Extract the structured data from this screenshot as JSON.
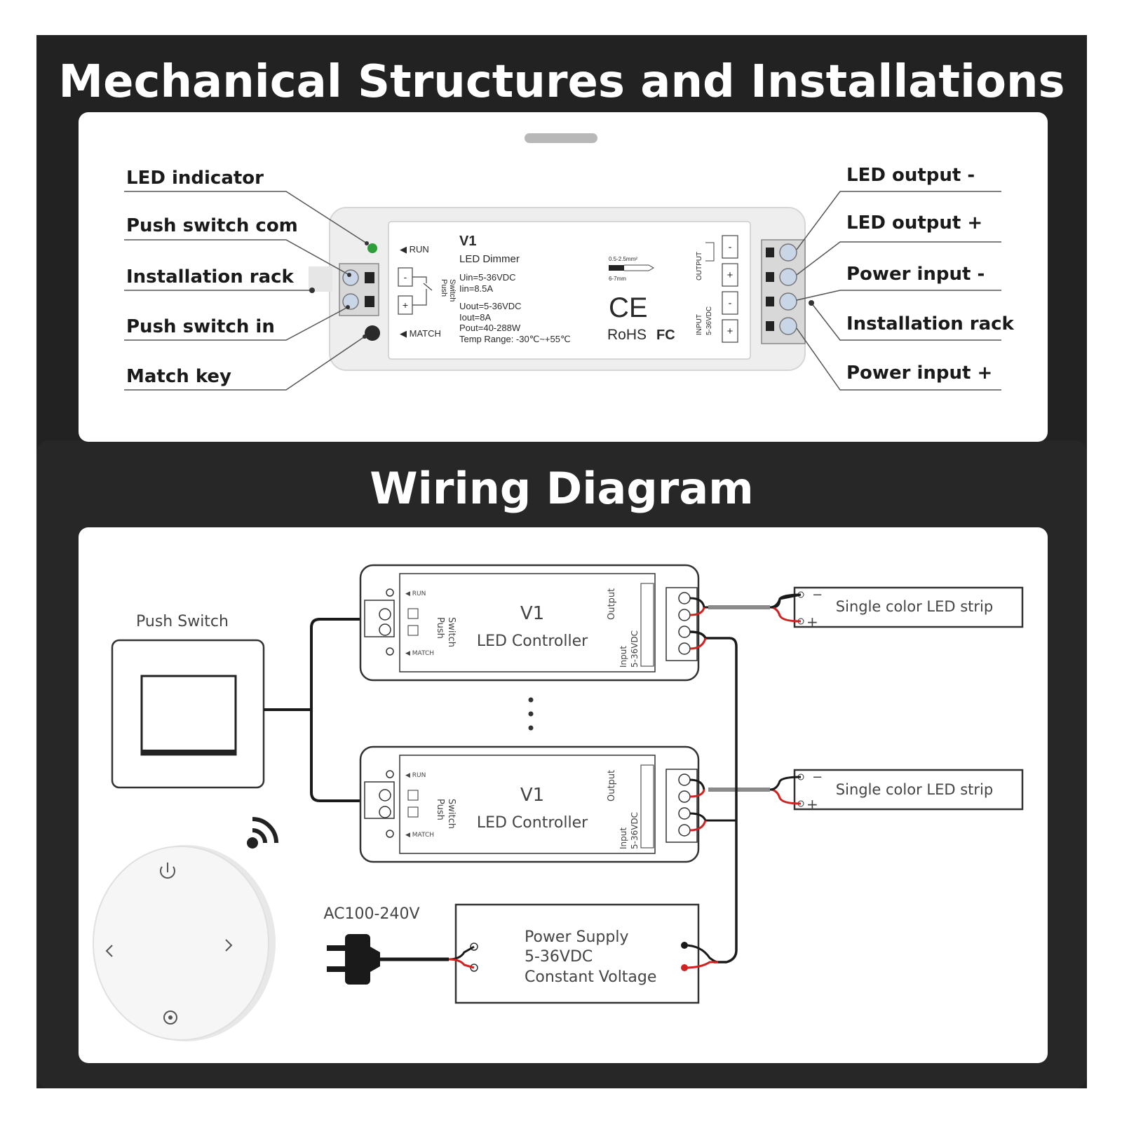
{
  "titles": {
    "mechanical": "Mechanical Structures and Installations",
    "wiring": "Wiring Diagram"
  },
  "mechanical": {
    "left_labels": [
      "LED indicator",
      "Push switch com",
      "Installation rack",
      "Push switch in",
      "Match key"
    ],
    "right_labels": [
      "LED output -",
      "LED output +",
      "Power input -",
      "Installation rack",
      "Power input +"
    ],
    "device": {
      "run": "RUN",
      "match": "MATCH",
      "model": "V1",
      "name": "LED Dimmer",
      "push_switch_a": "Push",
      "push_switch_b": "Switch",
      "uin": "Uin=5-36VDC",
      "iin": "Iin=8.5A",
      "uout": "Uout=5-36VDC",
      "iout": "Iout=8A",
      "pout": "Pout=40-288W",
      "temp": "Temp Range: -30℃~+55℃",
      "wire_gauge": "0.5-2.5mm²",
      "strip_len": "6-7mm",
      "ce": "CE",
      "rohs": "RoHS",
      "fc": "FC",
      "output": "OUTPUT",
      "input_a": "INPUT",
      "input_b": "5-36VDC",
      "minus": "-",
      "plus": "+"
    }
  },
  "wiring": {
    "push_switch_label": "Push Switch",
    "controller_model": "V1",
    "controller_name": "LED Controller",
    "run": "RUN",
    "match": "MATCH",
    "push": "Push",
    "switch": "Switch",
    "output": "Output",
    "input_a": "Input",
    "input_b": "5-36VDC",
    "strip_label": "Single color LED strip",
    "ac_label": "AC100-240V",
    "psu_line1": "Power Supply",
    "psu_line2": "5-36VDC",
    "psu_line3": "Constant Voltage",
    "minus": "−",
    "plus": "+"
  },
  "colors": {
    "frame": "#1e1e1e",
    "panel": "#ffffff",
    "wire_red": "#d32020",
    "wire_black": "#1a1a1a",
    "wire_gray": "#8a8a8a",
    "led_green": "#2e9e3a"
  }
}
